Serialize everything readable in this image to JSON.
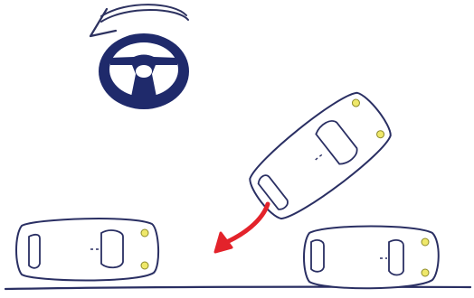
{
  "illustration": {
    "description_free": true,
    "colors": {
      "outline": "#2a2f63",
      "wheel": "#1f2a6b",
      "rotation_arrow": "#2d3260",
      "motion_arrow": "#e3232b",
      "headlight_fill": "#efe86a",
      "headlight_outline": "#8d8a2a",
      "curb": "#2a2f63"
    },
    "icons": [
      "steering-wheel-icon",
      "counterclockwise-arrow-icon",
      "reverse-path-arrow-icon"
    ],
    "cars": [
      {
        "role": "parked-left",
        "headlights": "right"
      },
      {
        "role": "reversing-angled",
        "headlights": "upper-right"
      },
      {
        "role": "parked-right",
        "headlights": "right"
      }
    ]
  }
}
